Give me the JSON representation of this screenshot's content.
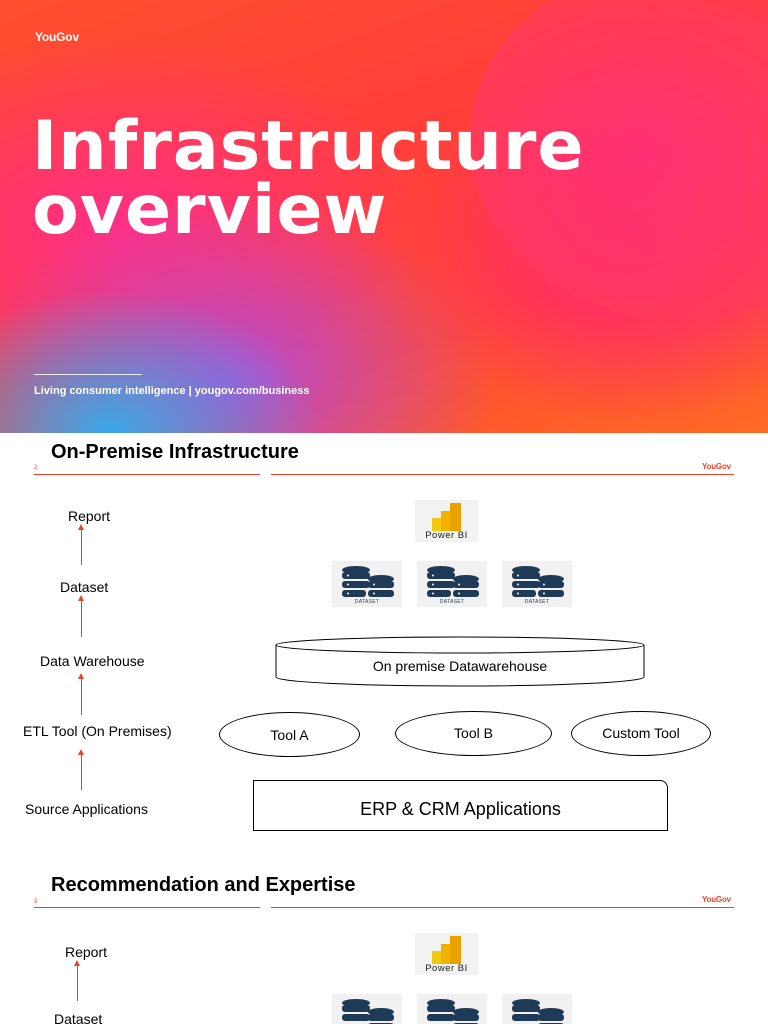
{
  "cover": {
    "logo": "YouGov",
    "title": "Infrastructure overview",
    "tagline": "Living consumer intelligence | yougov.com/business"
  },
  "slide2": {
    "title": "On-Premise Infrastructure",
    "page_number": "2",
    "logo": "YouGov",
    "layers": {
      "report": "Report",
      "dataset": "Dataset",
      "warehouse": "Data Warehouse",
      "etl": "ETL Tool (On Premises)",
      "source": "Source Applications"
    },
    "power_bi_label": "Power BI",
    "dataset_icon_labels": [
      "DATASET",
      "DATASET",
      "DATASET"
    ],
    "warehouse_box": "On premise Datawarehouse",
    "tools": [
      "Tool A",
      "Tool B",
      "Custom Tool"
    ],
    "source_box": "ERP & CRM Applications"
  },
  "slide3": {
    "title": "Recommendation and Expertise",
    "page_number": "3",
    "logo": "YouGov",
    "layers": {
      "report": "Report",
      "dataset": "Dataset"
    },
    "power_bi_label": "Power BI"
  },
  "colors": {
    "accent": "#e8442a",
    "powerbi_yellow": "#f2c811",
    "dataset_navy": "#1f3a56"
  }
}
